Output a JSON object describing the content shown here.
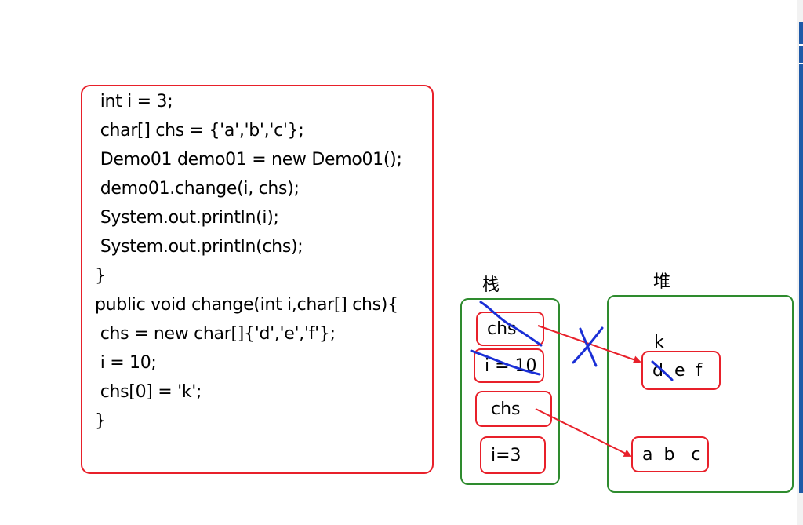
{
  "code": {
    "lines": [
      " int i = 3;",
      " char[] chs = {'a','b','c'};",
      " Demo01 demo01 = new Demo01();",
      " demo01.change(i, chs);",
      " System.out.println(i);",
      " System.out.println(chs);",
      "}",
      "public void change(int i,char[] chs){",
      " chs = new char[]{'d','e','f'};",
      " i = 10;",
      " chs[0] = 'k';",
      "}"
    ]
  },
  "stack": {
    "label": "栈",
    "cells": [
      "chs",
      "i = 10",
      "chs",
      "i=3"
    ]
  },
  "heap": {
    "label": "堆",
    "array1": "d  e  f",
    "array1_overwrite": "k",
    "array2": "a  b   c"
  },
  "colors": {
    "red": "#e8202a",
    "green": "#2e8b2e",
    "blue_ink": "#1a2fd6"
  }
}
